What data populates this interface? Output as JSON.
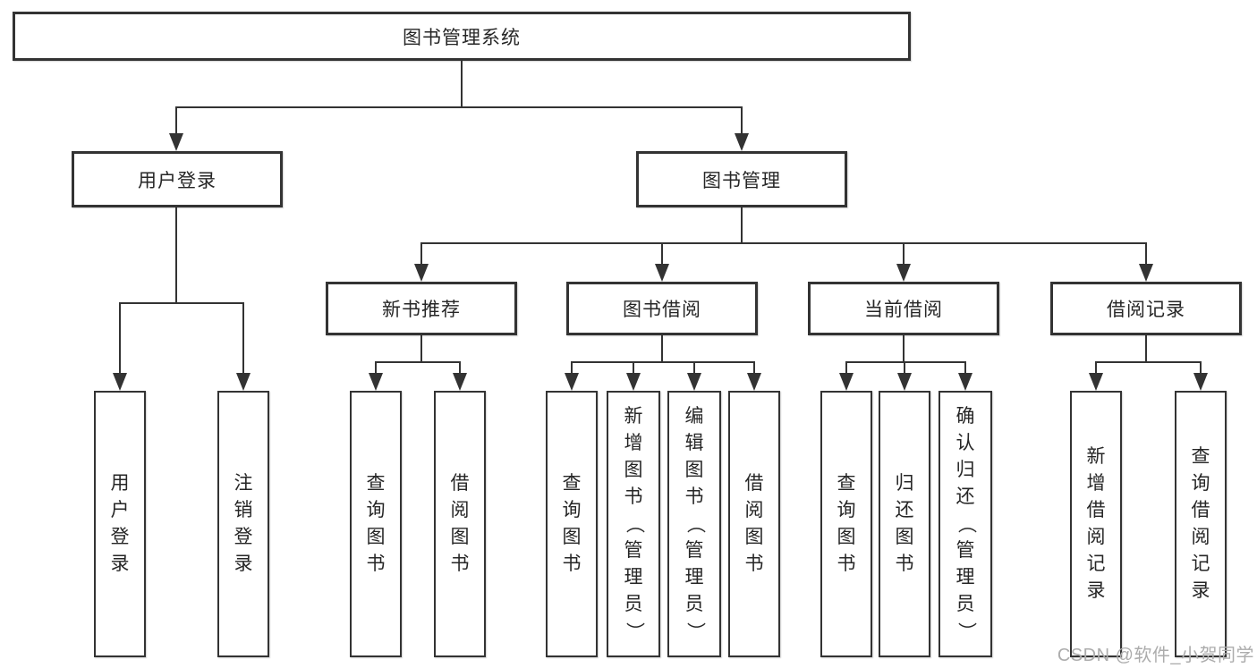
{
  "tree": {
    "root": "图书管理系统",
    "user_login": {
      "label": "用户登录",
      "children": {
        "login": "用户登录",
        "logout": "注销登录"
      }
    },
    "book_mgmt": {
      "label": "图书管理",
      "new_book": {
        "label": "新书推荐",
        "children": {
          "search": "查询图书",
          "borrow": "借阅图书"
        }
      },
      "book_borrow": {
        "label": "图书借阅",
        "children": {
          "search": "查询图书",
          "add": "新增图书（管理员）",
          "edit": "编辑图书（管理员）",
          "borrow": "借阅图书"
        }
      },
      "current_borrow": {
        "label": "当前借阅",
        "children": {
          "search": "查询图书",
          "return": "归还图书",
          "confirm": "确认归还（管理员）"
        }
      },
      "borrow_records": {
        "label": "借阅记录",
        "children": {
          "add": "新增借阅记录",
          "search": "查询借阅记录"
        }
      }
    }
  },
  "watermark": "CSDN @软件_小贺同学",
  "colors": {
    "line": "#333333",
    "text": "#262626",
    "watermark": "#acacac",
    "background": "#ffffff"
  }
}
